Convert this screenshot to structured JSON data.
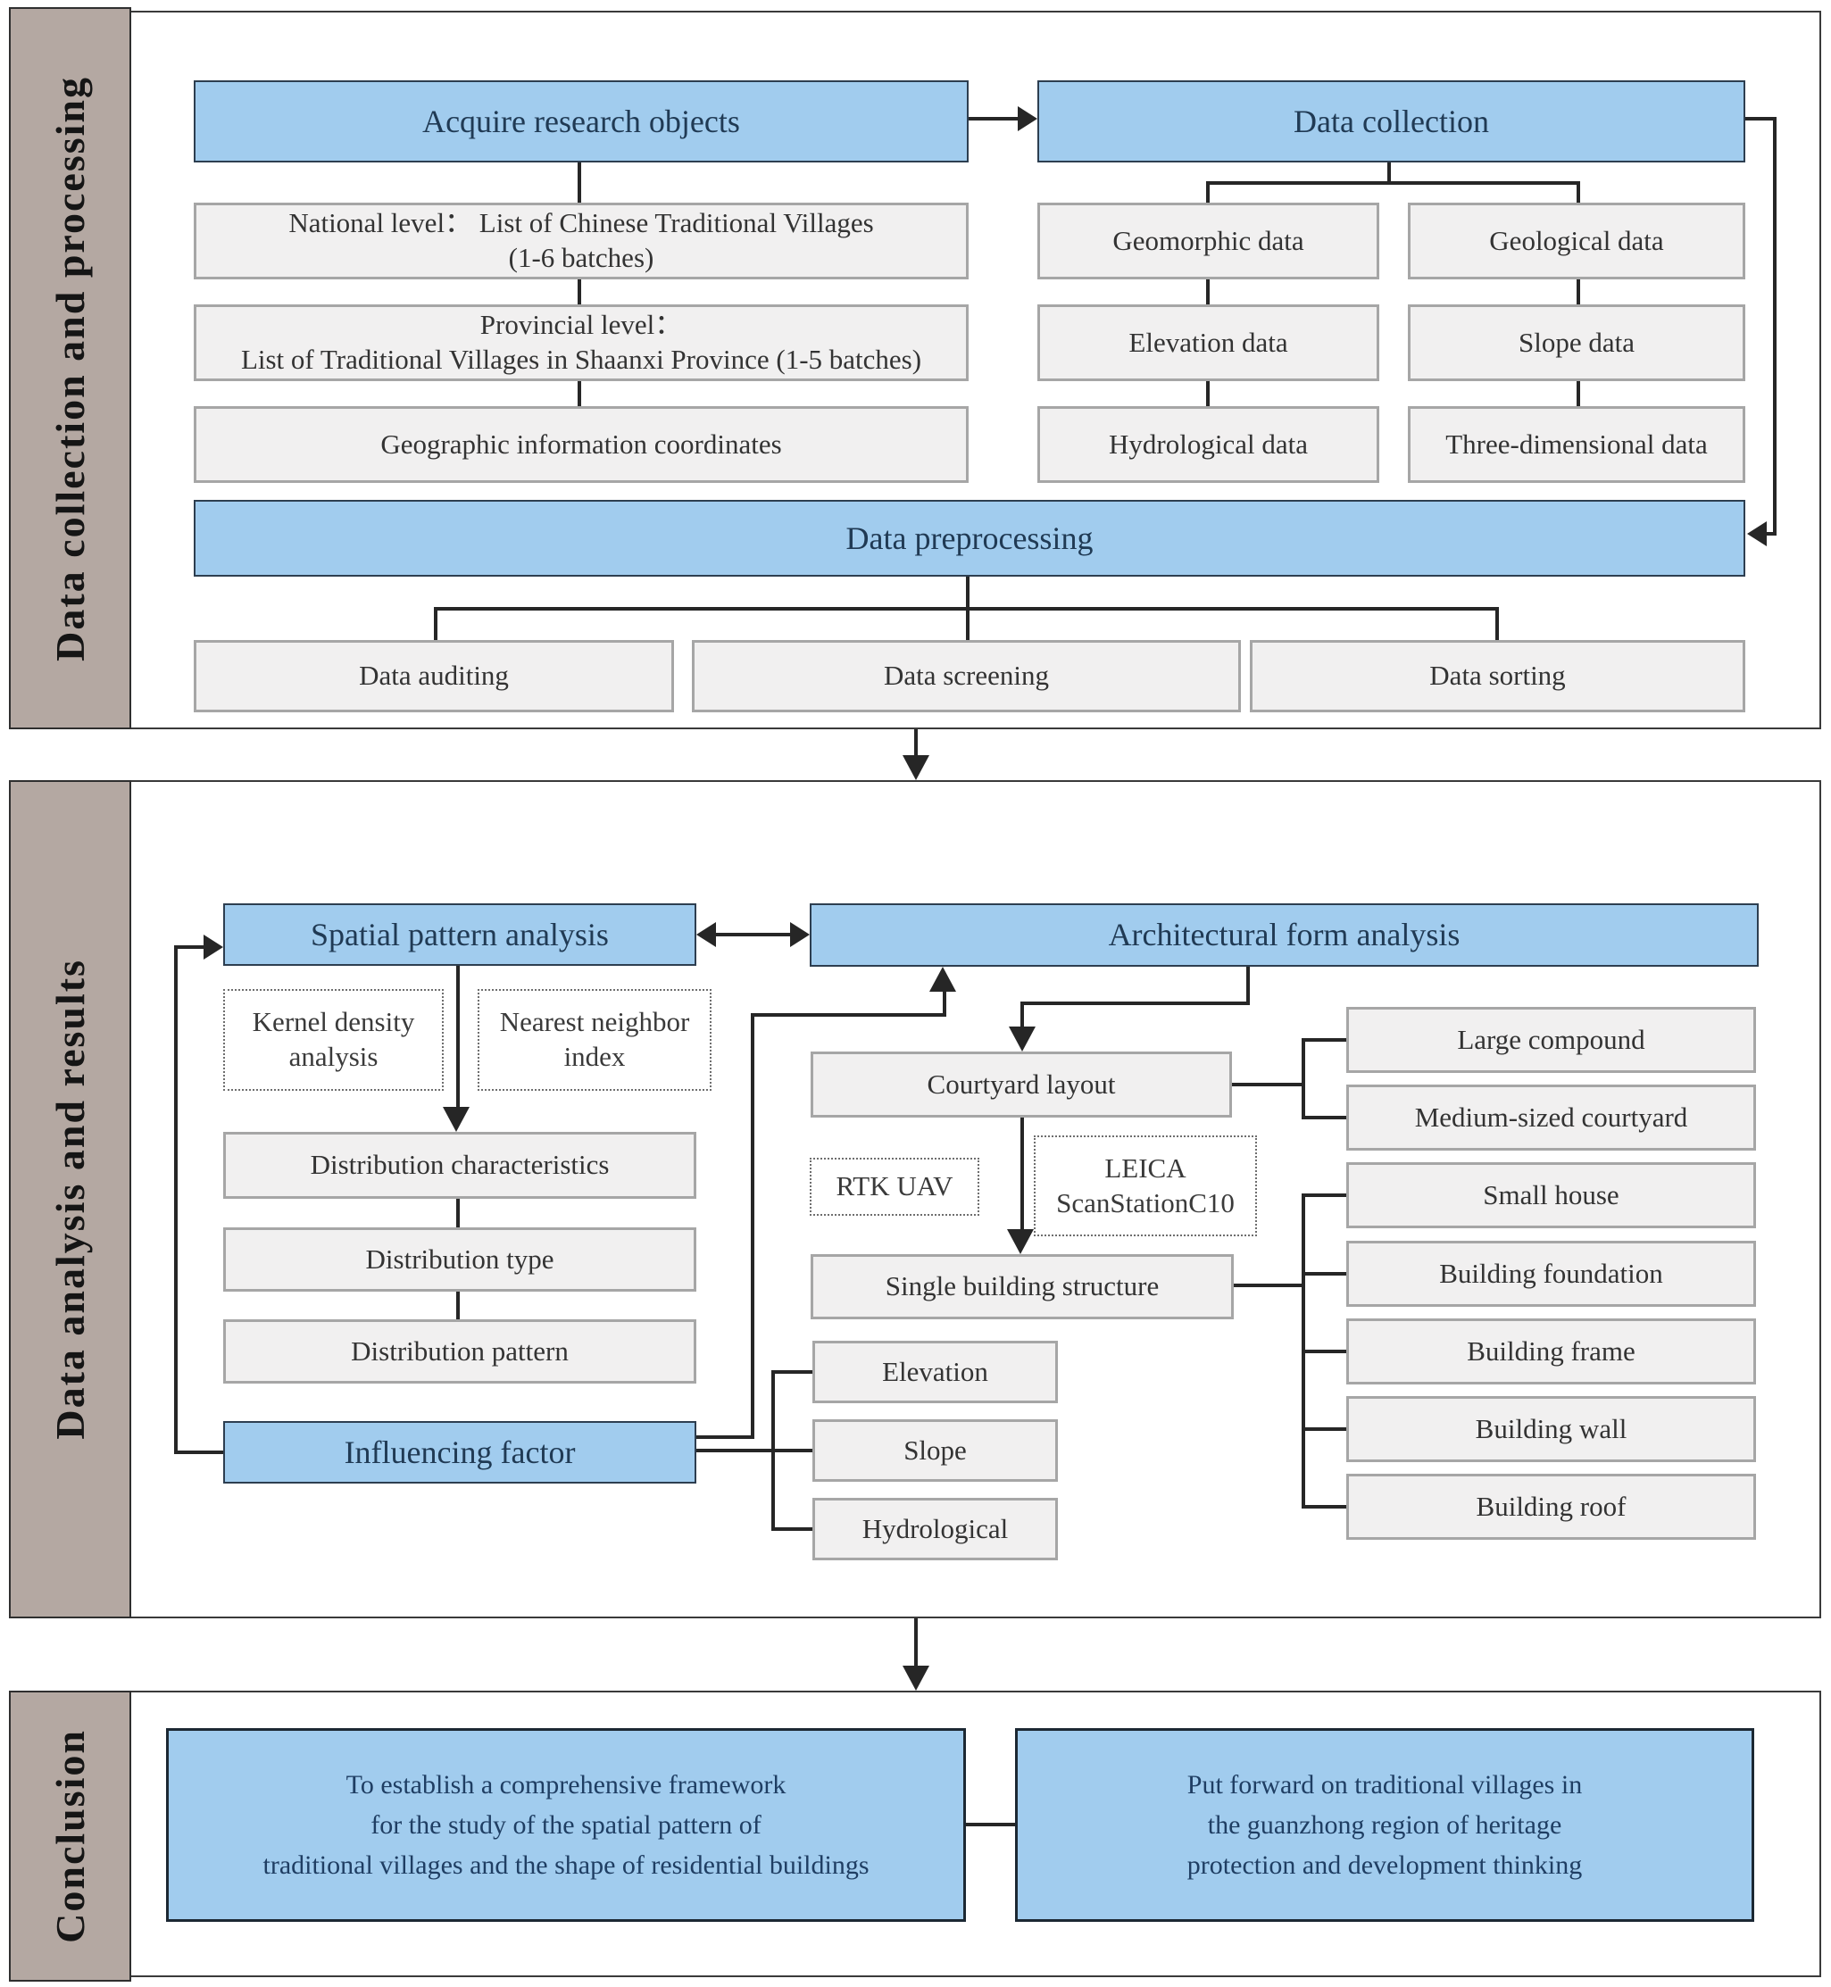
{
  "colors": {
    "header_blue": "#a1ccee",
    "box_gray": "#f1f0f0",
    "strip_taupe": "#b4a8a2",
    "line_dark": "#262626"
  },
  "s1": {
    "label": "Data collection and processing",
    "acquire": "Acquire research objects",
    "collection": "Data collection",
    "national1": "National level：  List of Chinese Traditional Villages",
    "national2": "(1-6 batches)",
    "provincial1": "Provincial level：",
    "provincial2": "List of Traditional Villages in Shaanxi Province (1-5 batches)",
    "geocoord": "Geographic information coordinates",
    "geomorphic": "Geomorphic data",
    "geological": "Geological data",
    "elevation": "Elevation data",
    "slope": "Slope data",
    "hydrological": "Hydrological data",
    "threedim": "Three-dimensional data",
    "preprocessing": "Data preprocessing",
    "auditing": "Data auditing",
    "screening": "Data screening",
    "sorting": "Data sorting"
  },
  "s2": {
    "label": "Data analysis and results",
    "spatial": "Spatial pattern analysis",
    "architectural": "Architectural form analysis",
    "kernel1": "Kernel density",
    "kernel2": "analysis",
    "nearest1": "Nearest neighbor",
    "nearest2": "index",
    "distchar": "Distribution characteristics",
    "disttype": "Distribution type",
    "distpattern": "Distribution pattern",
    "influencing": "Influencing factor",
    "courtyard": "Courtyard layout",
    "rtk": "RTK UAV",
    "leica1": "LEICA",
    "leica2": "ScanStationC10",
    "single": "Single building structure",
    "elevation": "Elevation",
    "slope": "Slope",
    "hydrological": "Hydrological",
    "large": "Large compound",
    "medium": "Medium-sized courtyard",
    "small": "Small house",
    "foundation": "Building foundation",
    "frame": "Building frame",
    "wall": "Building wall",
    "roof": "Building roof"
  },
  "s3": {
    "label": "Conclusion",
    "left1": "To establish a comprehensive framework",
    "left2": "for the study of the spatial pattern of",
    "left3": "traditional villages and the shape of  residential buildings",
    "right1": "Put forward on traditional villages in",
    "right2": "the guanzhong region of heritage",
    "right3": "protection and development thinking"
  }
}
